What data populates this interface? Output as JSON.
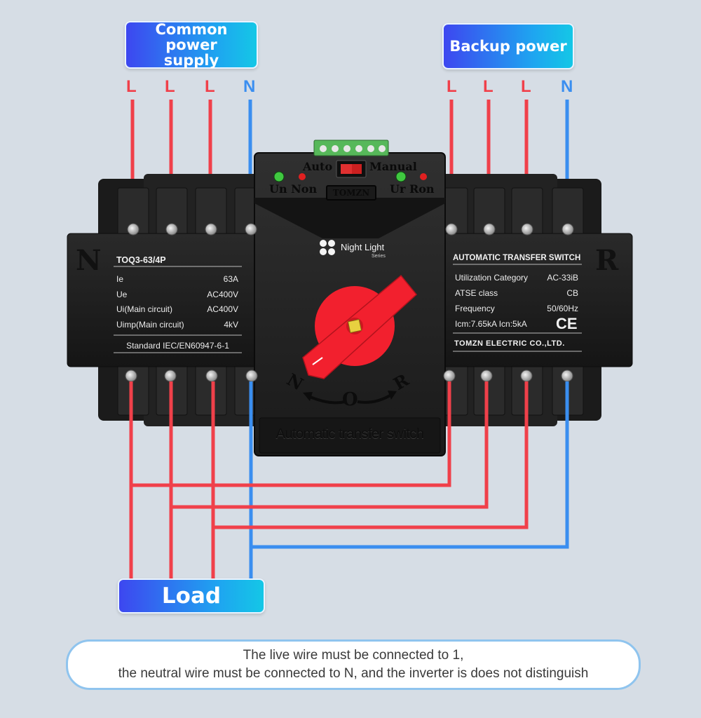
{
  "labels": {
    "common_power": "Common power supply",
    "backup_power": "Backup power",
    "load": "Load"
  },
  "wire_labels": {
    "left": [
      "L",
      "L",
      "L",
      "N"
    ],
    "right": [
      "L",
      "L",
      "L",
      "N"
    ]
  },
  "switch": {
    "mode_auto": "Auto",
    "mode_manual": "Manual",
    "un_non": "Un Non",
    "ur_ron": "Ur Ron",
    "brand_badge": "TOMZN",
    "night_light": "Night Light",
    "series": "Series",
    "dial_n": "N",
    "dial_o": "O",
    "dial_r": "R",
    "bottom_label": "Automatic transfer switch",
    "side_n": "N",
    "side_r": "R"
  },
  "left_plate": {
    "model": "TOQ3-63/4P",
    "rows": [
      {
        "label": "Ie",
        "value": "63A"
      },
      {
        "label": "Ue",
        "value": "AC400V"
      },
      {
        "label": "Ui(Main circuit)",
        "value": "AC400V"
      },
      {
        "label": "Uimp(Main circuit)",
        "value": "4kV"
      }
    ],
    "standard": "Standard IEC/EN60947-6-1"
  },
  "right_plate": {
    "title": "AUTOMATIC TRANSFER SWITCH",
    "rows": [
      {
        "label": "Utilization Category",
        "value": "AC-33iB"
      },
      {
        "label": "ATSE class",
        "value": "CB"
      },
      {
        "label": "Frequency",
        "value": "50/60Hz"
      }
    ],
    "icm": "Icm:7.65kA Icn:5kA",
    "ce": "CE",
    "maker": "TOMZN ELECTRIC CO.,LTD."
  },
  "note": {
    "line1": "The live wire must be connected to 1,",
    "line2": "the neutral wire must be connected to N, and the inverter is does not distinguish"
  },
  "colors": {
    "live": "#f0404a",
    "neutral": "#3a8ef0",
    "body": "#222222",
    "handle": "#f2202e",
    "background": "#d6dde5"
  }
}
